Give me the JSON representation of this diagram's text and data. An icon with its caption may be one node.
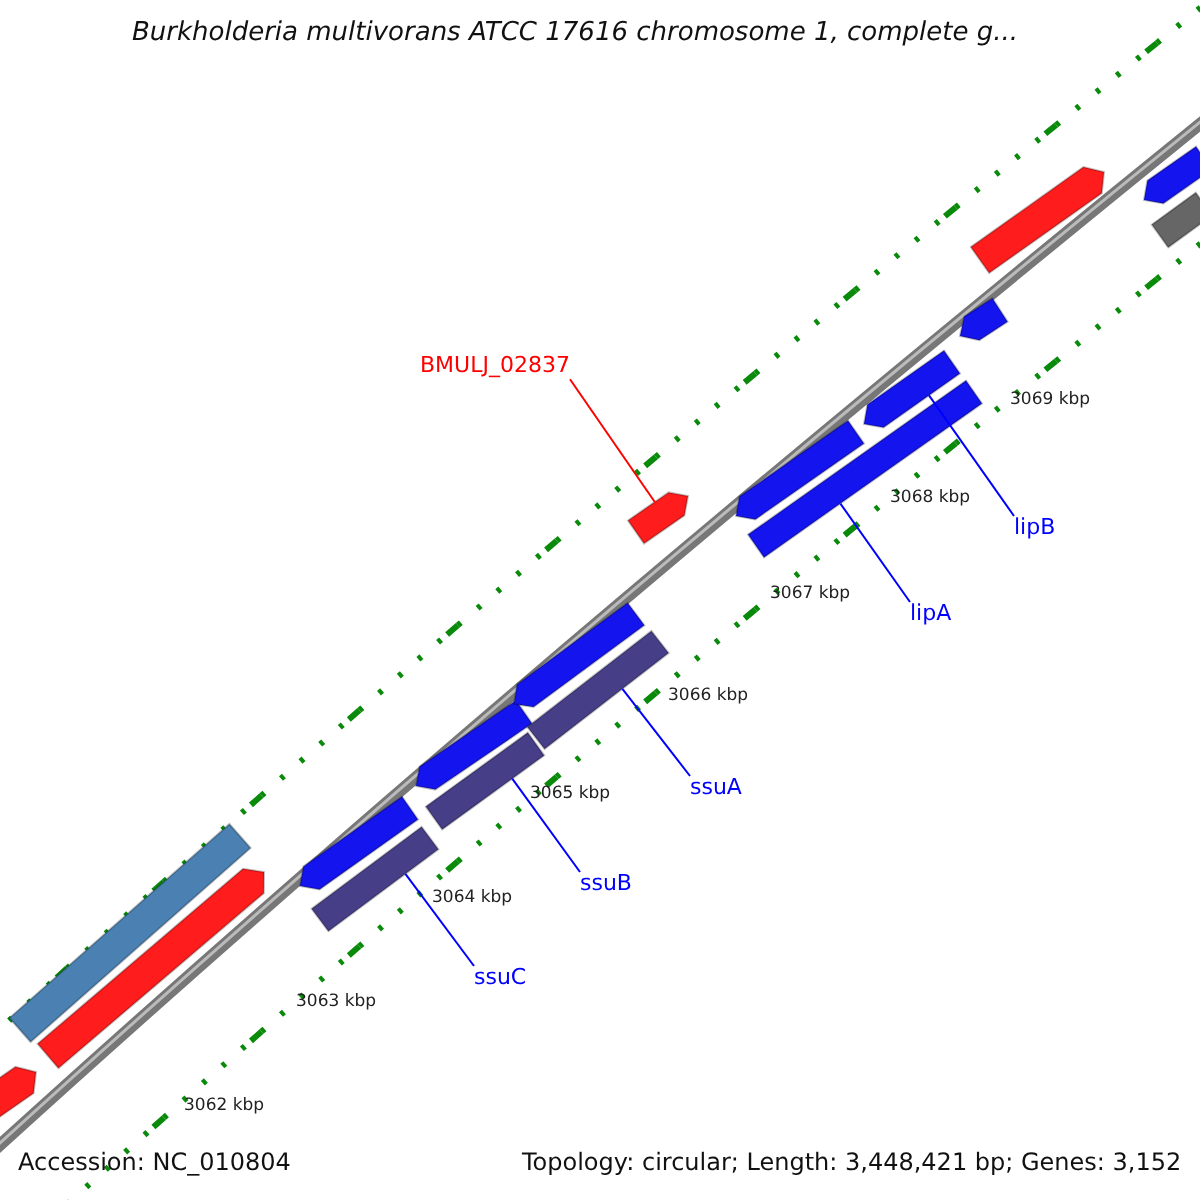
{
  "diagram": {
    "title": "Burkholderia multivorans ATCC 17616 chromosome 1, complete g...",
    "nodes": [
      {
        "text": [
          "BMULJ_02837"
        ]
      },
      {
        "text": [
          "lipB"
        ]
      },
      {
        "text": [
          "lipA"
        ]
      },
      {
        "text": [
          "ssuA"
        ]
      },
      {
        "text": [
          "ssuB"
        ]
      },
      {
        "text": [
          "ssuC"
        ]
      },
      {
        "text": [],
        "shape": "bar"
      },
      {
        "text": [],
        "shape": "bar"
      },
      {
        "text": [],
        "shape": "bar"
      },
      {
        "text": [],
        "shape": "bar"
      },
      {
        "text": [],
        "shape": "bar"
      },
      {
        "text": [],
        "shape": "bar"
      },
      {
        "text": [],
        "shape": "bar"
      },
      {
        "text": [],
        "shape": "bar"
      },
      {
        "text": [],
        "shape": "bar"
      },
      {
        "text": [],
        "shape": "bar"
      },
      {
        "text": [],
        "shape": "bar"
      },
      {
        "text": [],
        "shape": "bar"
      },
      {
        "text": [],
        "shape": "bar"
      },
      {
        "text": [],
        "shape": "bar"
      },
      {
        "text": [],
        "shape": "bar"
      },
      {
        "text": [],
        "shape": "bar"
      },
      {
        "text": [],
        "shape": "bar"
      }
    ],
    "edges": [
      {
        "from": 0,
        "to": 15,
        "arrow": "none",
        "color": "#ff0000"
      },
      {
        "from": 1,
        "to": 18,
        "arrow": "none"
      },
      {
        "from": 2,
        "to": 17,
        "arrow": "none"
      },
      {
        "from": 3,
        "to": 14,
        "arrow": "none"
      },
      {
        "from": 4,
        "to": 12,
        "arrow": "none"
      },
      {
        "from": 5,
        "to": 10,
        "arrow": "none"
      }
    ],
    "labels": [
      "3069 kbp",
      "3068 kbp",
      "3067 kbp",
      "3066 kbp",
      "3065 kbp",
      "3064 kbp",
      "3063 kbp",
      "3062 kbp",
      "Accession: NC_010804",
      "Topology: circular; Length: 3,448,421 bp; Genes: 3,152"
    ]
  }
}
